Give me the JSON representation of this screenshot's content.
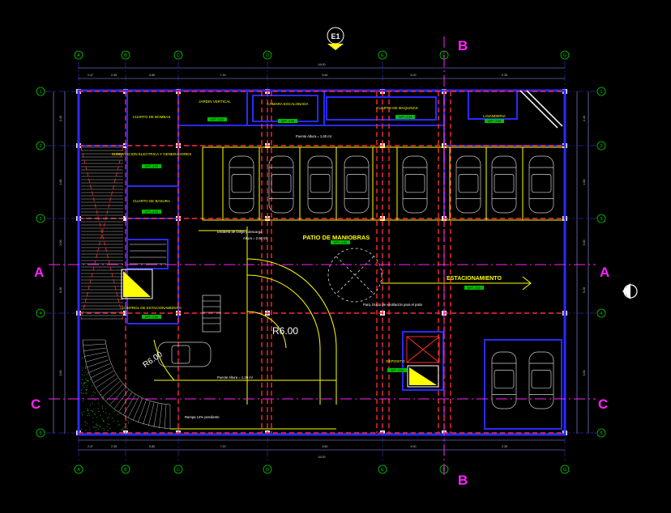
{
  "colors": {
    "background": "#000000",
    "gridline": "#3a3aff",
    "axis_bubble": "#00d000",
    "column": "#e8e8e8",
    "hidden_beam": "#ff2a2a",
    "wall": "#2a2aff",
    "yellow": "#ffff00",
    "section": "#ff22ff",
    "car": "#cfcfcf",
    "level_tag": "#00c000"
  },
  "axes_letters": [
    "A",
    "B",
    "C",
    "D",
    "E",
    "F",
    "G"
  ],
  "axes_numbers": [
    "1",
    "2",
    "3",
    "4",
    "5"
  ],
  "north_marker": "E1",
  "sections": {
    "a_left": "A",
    "a_right": "A",
    "c_left": "C",
    "c_right": "C",
    "b_top": "B",
    "b_bottom": "B"
  },
  "dimension_labels": {
    "top_total": "16.00",
    "top_segments": [
      "2.47",
      "2.35",
      "5.85",
      "7.15",
      "5.60",
      "4.00",
      "2.35"
    ],
    "bottom_total": "16.00",
    "bottom_segments": [
      "2.47",
      "2.35",
      "5.85",
      "7.15",
      "5.60",
      "4.00",
      "2.35"
    ],
    "left_segments": [
      "2.40",
      "4.80",
      "3.00",
      "5.20",
      "3.00"
    ],
    "right_segments": [
      "2.40",
      "4.80",
      "3.00",
      "5.20",
      "3.00"
    ]
  },
  "room_labels": {
    "vertical_garden": "JARDIN VERTICAL",
    "fire_pump": "CUARTO DE BOMBAS",
    "machine_room": "CUARTO DE MAQUINAS",
    "stair_chamber": "CAMARA ESCALONADA",
    "substation": "SUBESTACION ELECTRICA Y GENERADORES",
    "trash": "CUARTO DE BASURA",
    "control": "CONTROL DE ESTACIONAMIENTO",
    "lavanderia": "LAVANDERIA",
    "deposito": "DEPOSITO",
    "patio": "PATIO DE MANIOBRAS",
    "estacionamiento": "ESTACIONAMIENTO"
  },
  "level_tag": "NPT -3.00",
  "annotations": {
    "bridge": "Puente Altura = 1.60 ml",
    "ramp_note": "Escalera de carga y descarga",
    "ramp_height": "Altura = 2.50 ml",
    "vent": "Parq. Ducto de ventilación para el patio",
    "ramp_slope": "Rampa 14% pendiente",
    "bridge2": "Puente Altura = 1.20 ml"
  },
  "radii": {
    "big": "R6.00",
    "ramp": "R6.00"
  }
}
